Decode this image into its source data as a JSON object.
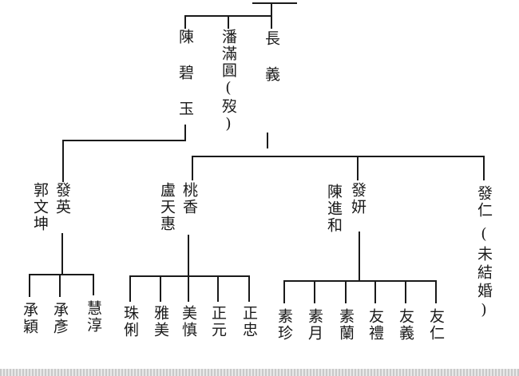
{
  "tree": {
    "gen1": {
      "chen_biyu": "陳碧玉",
      "pan_manyuan": "潘滿圓(歿)",
      "changyi": "長義"
    },
    "gen2": {
      "guo_wenkun": "郭文坤",
      "faying": "發英",
      "lu_tianhui": "盧天惠",
      "taoxiang": "桃香",
      "chen_jinhe": "陳進和",
      "fayan": "發妍",
      "faren": "發仁",
      "faren_note": "(未結婚)"
    },
    "gen3": {
      "chengying": "承穎",
      "chengyan": "承彥",
      "huichun": "慧淳",
      "zhuli": "珠俐",
      "yamei": "雅美",
      "meizhen": "美慎",
      "zhengyuan": "正元",
      "zhengzhong": "正忠",
      "suzhen": "素珍",
      "suyue": "素月",
      "sulan": "素蘭",
      "youli": "友禮",
      "youyi": "友義",
      "youren": "友仁"
    }
  }
}
